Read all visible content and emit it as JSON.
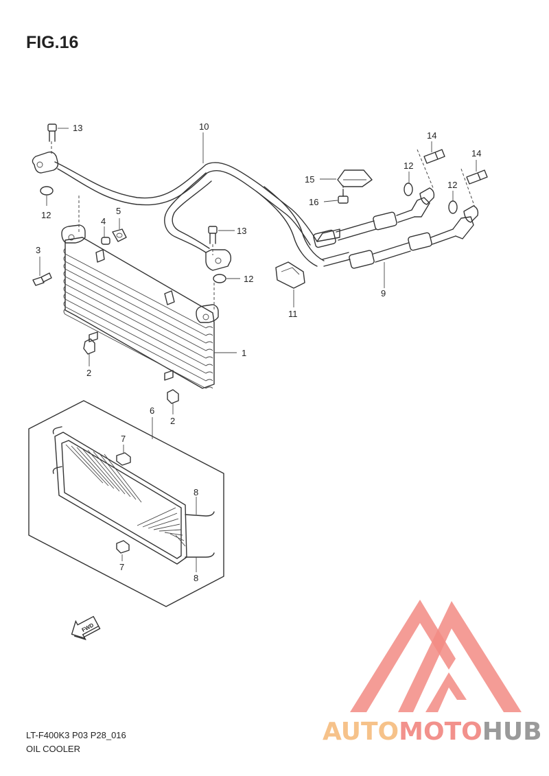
{
  "figure": {
    "title": "FIG.16"
  },
  "footer": {
    "model_code": "LT-F400K3 P03 P28_016",
    "assembly_name": "OIL COOLER"
  },
  "fwd_marker": {
    "label": "FWD"
  },
  "callouts": [
    "13",
    "10",
    "14",
    "12",
    "14",
    "12",
    "15",
    "16",
    "12",
    "5",
    "4",
    "13",
    "3",
    "12",
    "11",
    "9",
    "1",
    "2",
    "2",
    "6",
    "7",
    "8",
    "7",
    "8"
  ],
  "watermark": {
    "brand_parts": [
      "AUTO",
      "MOTO",
      "HUB"
    ],
    "colors": {
      "triangle": "#f28b84",
      "auto": "#f6c28a",
      "moto": "#f2918c",
      "hub": "#9a9a9a"
    }
  }
}
